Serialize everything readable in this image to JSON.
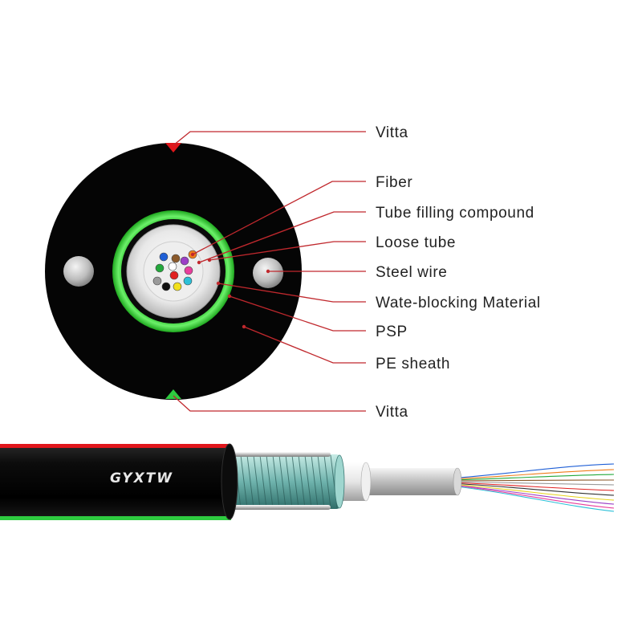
{
  "labels": {
    "vitta_top": "Vitta",
    "fiber": "Fiber",
    "tube_filling": "Tube filling compound",
    "loose_tube": "Loose tube",
    "steel_wire": "Steel wire",
    "water_blocking": "Wate-blocking Material",
    "psp": "PSP",
    "pe_sheath": "PE sheath",
    "vitta_bottom": "Vitta"
  },
  "cable_brand": "GYXTW",
  "colors": {
    "leader_line": "#c0282d",
    "sheath": "#050505",
    "psp_green": "#3fd43a",
    "vitta_red": "#e0161b",
    "vitta_green": "#2ecc40",
    "steel": "#b8b8b8",
    "fiber_colors": [
      "#1f5fd6",
      "#f07d1a",
      "#23a83b",
      "#8b5a2b",
      "#9a9a9a",
      "#ffffff",
      "#e02020",
      "#111111",
      "#f2e01c",
      "#9b3fc6",
      "#e83e9c",
      "#2bc0d8"
    ]
  }
}
